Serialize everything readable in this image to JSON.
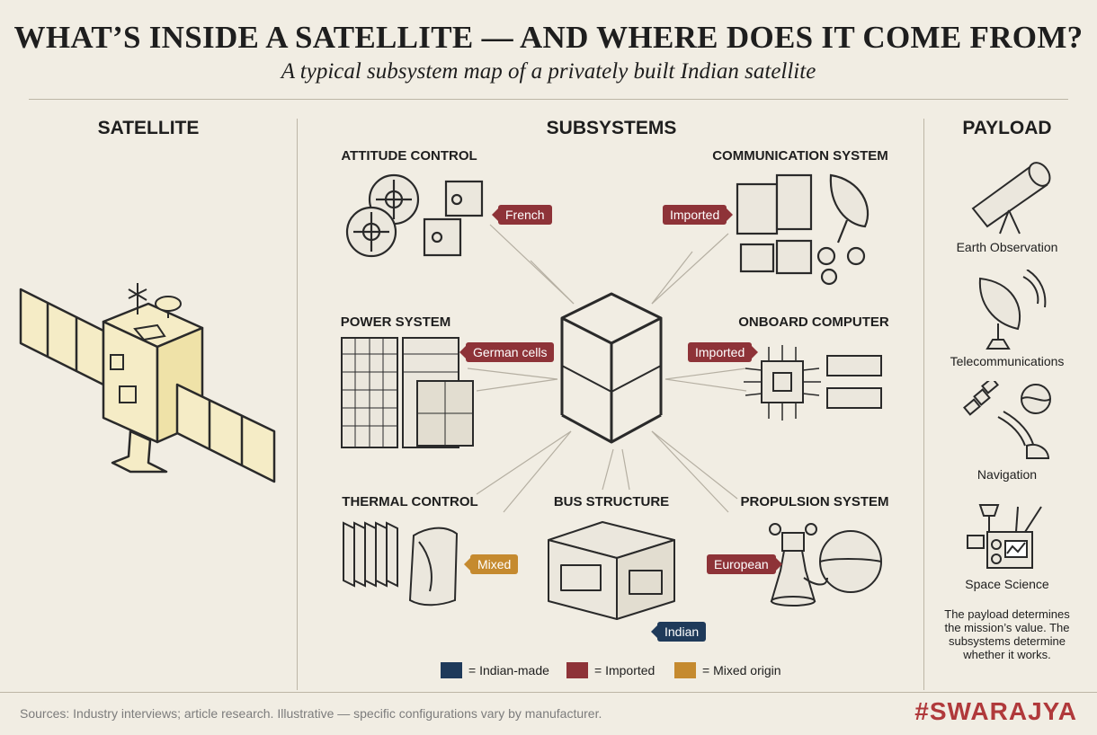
{
  "title": "WHAT’S INSIDE A SATELLITE — AND WHERE DOES IT COME FROM?",
  "subtitle": "A typical subsystem map of a privately built Indian satellite",
  "columns": {
    "left": "SATELLITE",
    "center": "SUBSYSTEMS",
    "right": "PAYLOAD"
  },
  "subsystems": {
    "attitude": {
      "label": "ATTITUDE CONTROL",
      "origin": "French",
      "icon": "reaction-wheel-icon"
    },
    "communication": {
      "label": "COMMUNICATION SYSTEM",
      "origin": "Imported",
      "icon": "antenna-icon"
    },
    "power": {
      "label": "POWER SYSTEM",
      "origin": "German cells",
      "icon": "solar-panel-icon"
    },
    "computer": {
      "label": "ONBOARD COMPUTER",
      "origin": "Imported",
      "icon": "cpu-chip-icon"
    },
    "thermal": {
      "label": "THERMAL CONTROL",
      "origin": "Mixed",
      "icon": "radiator-icon"
    },
    "bus": {
      "label": "BUS STRUCTURE",
      "origin": "Indian",
      "icon": "frame-icon"
    },
    "propulsion": {
      "label": "PROPULSION SYSTEM",
      "origin": "European",
      "icon": "thruster-icon"
    }
  },
  "payload": {
    "items": [
      {
        "label": "Earth Observation",
        "icon": "telescope-icon"
      },
      {
        "label": "Telecommunications",
        "icon": "dish-icon"
      },
      {
        "label": "Navigation",
        "icon": "navigation-satellite-icon"
      },
      {
        "label": "Space Science",
        "icon": "science-instrument-icon"
      }
    ],
    "note": "The payload determines the mission’s value. The subsystems determine whether it works."
  },
  "legend": [
    {
      "label": "= Indian-made",
      "color": "#1f3a5a"
    },
    {
      "label": "= Imported",
      "color": "#8e3338"
    },
    {
      "label": "= Mixed origin",
      "color": "#c58a2f"
    }
  ],
  "colors": {
    "background": "#f1ede3",
    "imported": "#8e3338",
    "indian": "#1f3a5a",
    "mixed": "#c58a2f",
    "brand": "#b0393b",
    "panel": "#f5ecc6"
  },
  "footer": {
    "sources": "Sources: Industry interviews; article research. Illustrative — specific configurations vary by manufacturer.",
    "brand": "#SWARAJYA"
  }
}
